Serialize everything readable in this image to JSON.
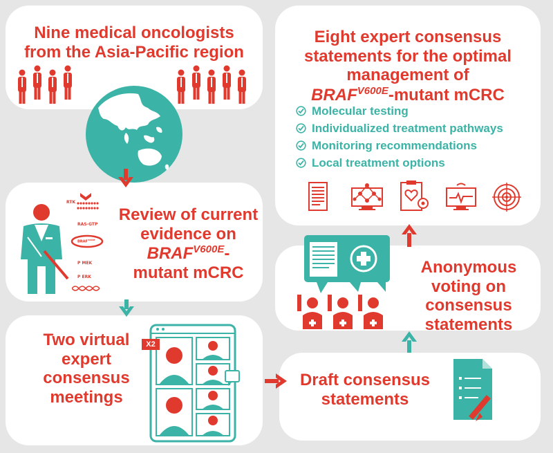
{
  "step1": {
    "title_line1": "Nine medical oncologists",
    "title_line2": "from the Asia-Pacific region"
  },
  "step2": {
    "line1": "Review of current",
    "line2": "evidence on",
    "gene": "BRAF",
    "superscript": "V600E",
    "dash": "-",
    "line4": "mutant mCRC"
  },
  "step3": {
    "line1": "Two virtual",
    "line2": "expert",
    "line3": "consensus",
    "line4": "meetings",
    "badge": "X2"
  },
  "step4": {
    "line1": "Draft consensus",
    "line2": "statements"
  },
  "step5": {
    "line1": "Anonymous",
    "line2": "voting on",
    "line3": "consensus",
    "line4": "statements"
  },
  "step6": {
    "line1": "Eight expert consensus",
    "line2": "statements for the optimal",
    "line3": "management of",
    "gene": "BRAF",
    "superscript": "V600E",
    "suffix": "-mutant mCRC",
    "items": [
      "Molecular testing",
      "Individualized treatment pathways",
      "Monitoring recommendations",
      "Local treatment options"
    ]
  },
  "pathway": {
    "rtk": "RTK",
    "ras": "RAS-GTP",
    "braf": "BRAF",
    "braf_sup": "V600E",
    "mek": "P  MEK",
    "erk": "P  ERK"
  },
  "colors": {
    "red": "#e03a2e",
    "teal": "#3bb3a6",
    "background": "#e6e6e6",
    "card": "#ffffff"
  }
}
